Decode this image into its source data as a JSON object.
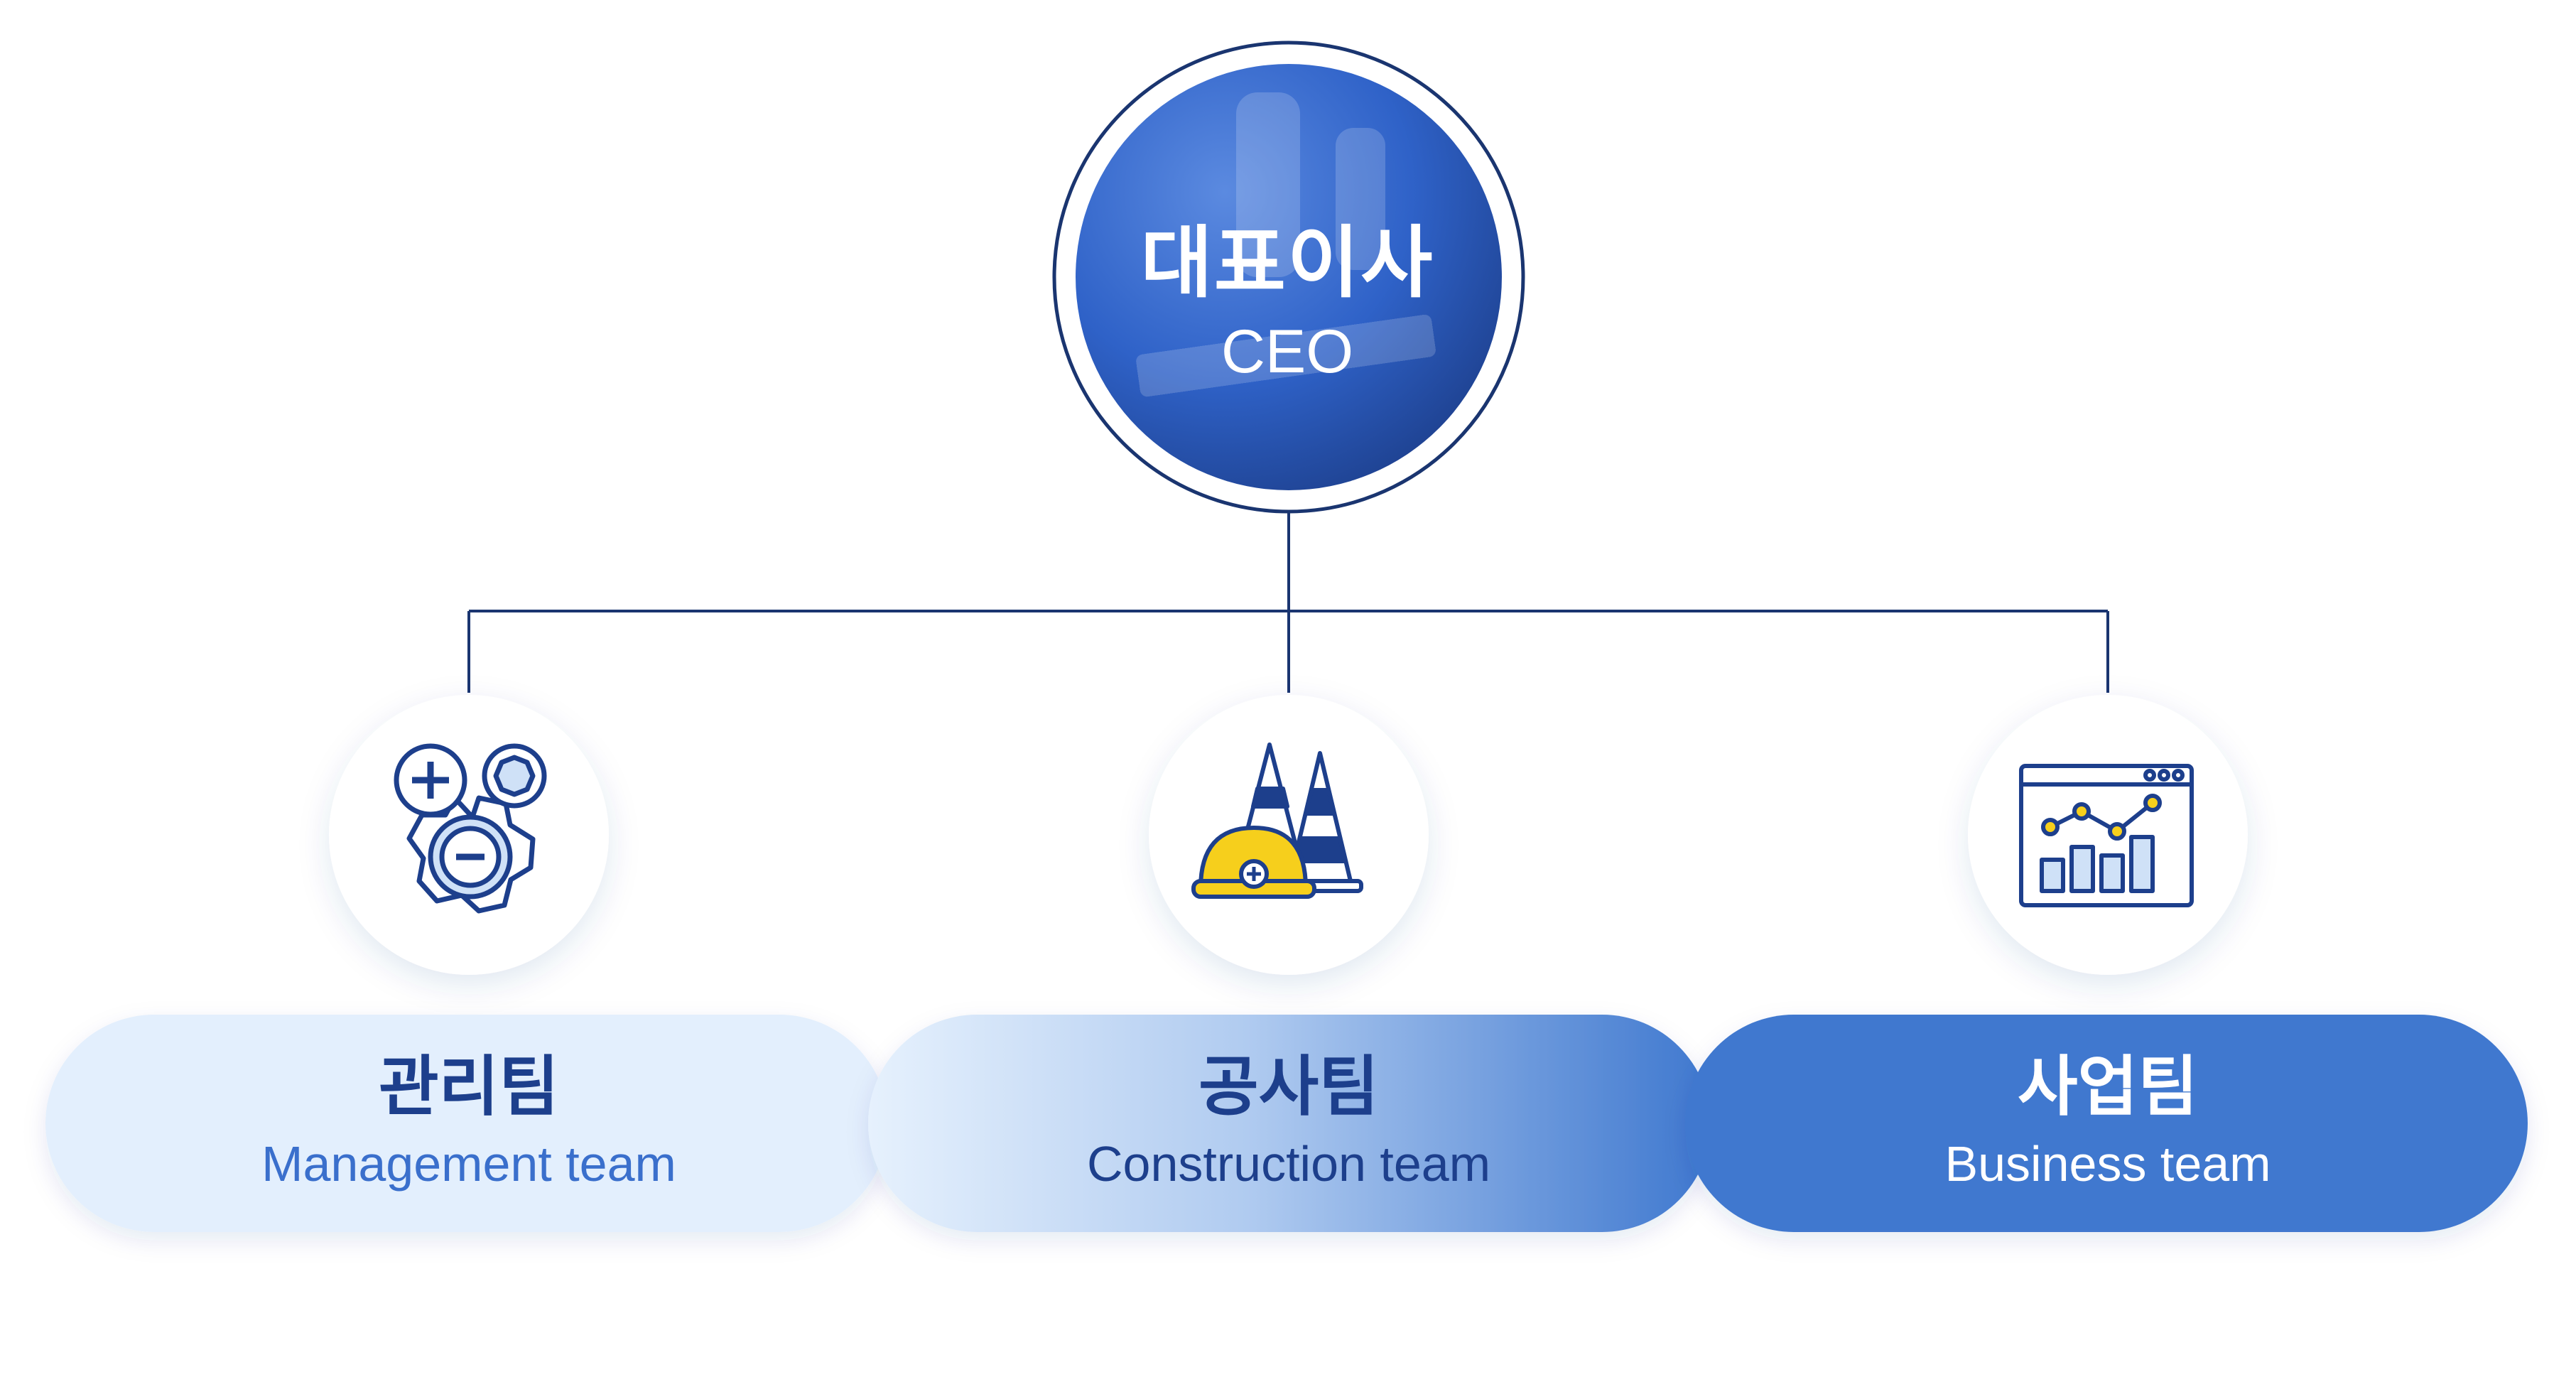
{
  "ceo": {
    "title_ko": "대표이사",
    "title_en": "CEO"
  },
  "teams": [
    {
      "title_ko": "관리팀",
      "title_en": "Management team",
      "icon": "gear-icon"
    },
    {
      "title_ko": "공사팀",
      "title_en": "Construction team",
      "icon": "traffic-cone-hardhat-icon"
    },
    {
      "title_ko": "사업팀",
      "title_en": "Business team",
      "icon": "analytics-dashboard-icon"
    }
  ],
  "colors": {
    "navy": "#1d3f8c",
    "ceo_blue": "#2f62c8",
    "line": "#1a3570",
    "management_pill": "#e3effd",
    "business_pill": "#3f78cf",
    "yellow": "#f6cf1c"
  }
}
